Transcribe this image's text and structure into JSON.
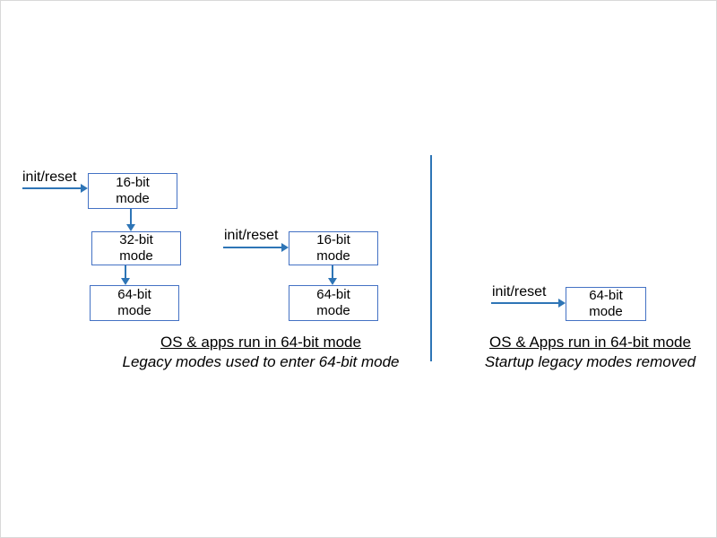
{
  "colors": {
    "arrow": "#2E75B6",
    "box_border": "#4472C4"
  },
  "left_flow": {
    "init_label": "init/reset",
    "boxes": [
      {
        "line1": "16-bit",
        "line2": "mode"
      },
      {
        "line1": "32-bit",
        "line2": "mode"
      },
      {
        "line1": "64-bit",
        "line2": "mode"
      }
    ],
    "caption_line1": "OS & apps run in 64-bit mode",
    "caption_line2": "Legacy modes used to enter 64-bit mode"
  },
  "middle_flow": {
    "init_label": "init/reset",
    "boxes": [
      {
        "line1": "16-bit",
        "line2": "mode"
      },
      {
        "line1": "64-bit",
        "line2": "mode"
      }
    ]
  },
  "right_flow": {
    "init_label": "init/reset",
    "boxes": [
      {
        "line1": "64-bit",
        "line2": "mode"
      }
    ],
    "caption_line1": "OS & Apps run in 64-bit mode",
    "caption_line2": "Startup legacy modes removed"
  }
}
